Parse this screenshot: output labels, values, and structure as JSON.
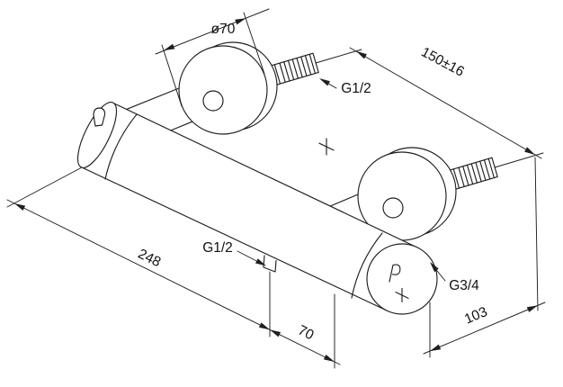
{
  "diagram": {
    "type": "technical-drawing",
    "subject": "wall-mounted thermostatic shower mixer, isometric dimension drawing",
    "colors": {
      "line": "#1f1f1f",
      "background": "#ffffff"
    },
    "dimensions": {
      "flange_diameter": "ø70",
      "connection_spacing": "150±16",
      "body_length": "248",
      "outlet_offset": "70",
      "depth": "103"
    },
    "threads": {
      "wall_connection": "G1/2",
      "hose_outlet": "G1/2",
      "end_connection": "G3/4"
    }
  }
}
